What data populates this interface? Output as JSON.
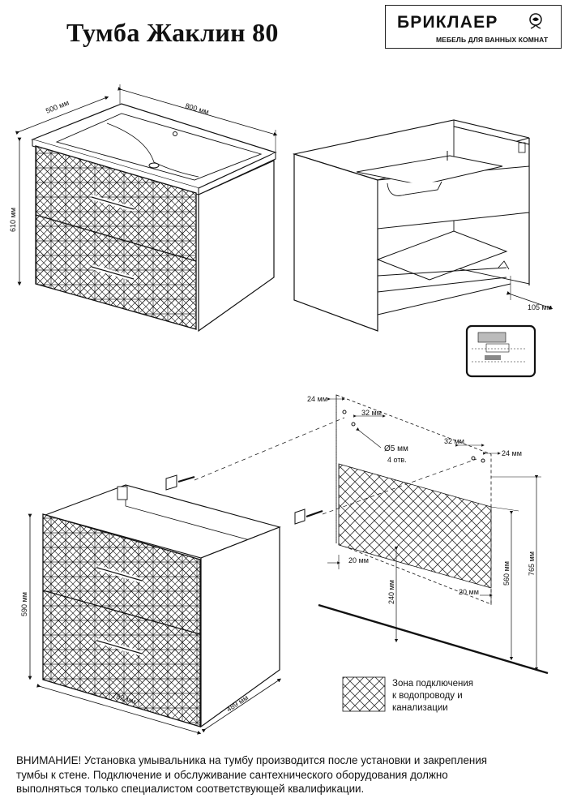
{
  "header": {
    "title": "Тумба Жаклин 80"
  },
  "brand": {
    "name": "БРИКЛАЕР",
    "tagline": "МЕБЕЛЬ ДЛЯ ВАННЫХ КОМНАТ"
  },
  "top_view": {
    "width_label": "800 мм",
    "depth_label": "500 мм",
    "height_label": "610 мм"
  },
  "open_view": {
    "offset_label": "105 мм"
  },
  "mounting": {
    "left_offset": "24 мм",
    "hole_spacing_left": "32 мм",
    "hole_spacing_right": "32 мм",
    "right_offset": "24 мм",
    "hole_diameter": "Ø5 мм",
    "hole_count": "4 отв.",
    "zone_left": "20 мм",
    "zone_right": "20 мм",
    "zone_height": "560 мм",
    "floor_to_zone": "240 мм",
    "total_height": "765 мм"
  },
  "bottom_view": {
    "height_label": "590 мм",
    "width_label": "782 мм",
    "depth_label": "489 мм"
  },
  "legend": {
    "line1": "Зона подключения",
    "line2": "к водопроводу и",
    "line3": "канализации"
  },
  "notice": {
    "line1": "ВНИМАНИЕ! Установка умывальника на тумбу производится после установки и закрепления",
    "line2": "тумбы к стене. Подключение и обслуживание сантехнического оборудования должно",
    "line3": "выполняться только специалистом соответствующей квалификации."
  }
}
